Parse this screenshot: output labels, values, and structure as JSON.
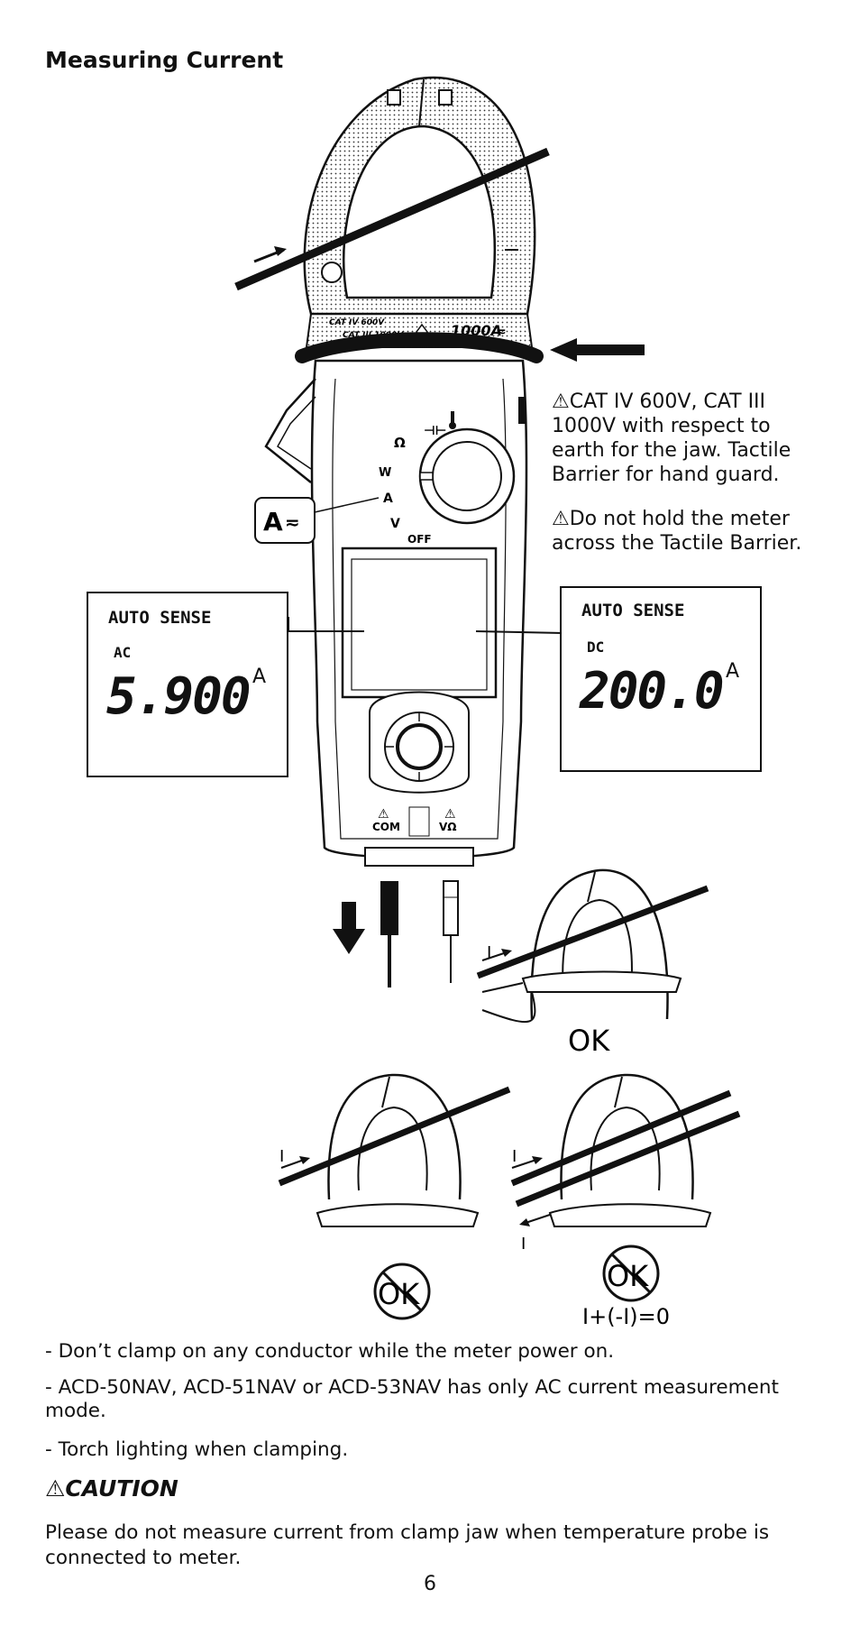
{
  "title": "Measuring Current",
  "jaw_markings": {
    "cat_line1": "CAT IV 600V",
    "cat_line2": "CAT III 1000V",
    "rating": "1000A"
  },
  "dial": {
    "ohm": "Ω",
    "w": "W",
    "a": "A",
    "v": "V",
    "off": "OFF",
    "a_callout": "A"
  },
  "terminals": {
    "com": "COM",
    "vohm": "VΩ"
  },
  "current_label": "I",
  "warnings": [
    {
      "icon": "⚠",
      "text": "CAT IV 600V, CAT III 1000V with respect to earth for the jaw. Tactile Barrier for hand guard."
    },
    {
      "icon": "⚠",
      "text": "Do not hold the meter across the Tactile Barrier."
    }
  ],
  "display_ac": {
    "mode": "AUTO SENSE",
    "type": "AC",
    "value": "5.900",
    "unit": "A"
  },
  "display_dc": {
    "mode": "AUTO SENSE",
    "type": "DC",
    "value": "200.0",
    "unit": "A"
  },
  "ok_label": "OK",
  "not_ok_label": "OK",
  "equation": "I+(-I)=0",
  "notes": [
    "- Don’t clamp on any conductor while the meter power on.",
    "- ACD-50NAV, ACD-51NAV or ACD-53NAV has only AC current measurement mode.",
    "- Torch lighting when clamping."
  ],
  "caution": {
    "icon": "⚠",
    "title": "CAUTION",
    "text": "Please do not measure current from clamp jaw when temperature probe is connected to meter."
  },
  "page_number": "6"
}
